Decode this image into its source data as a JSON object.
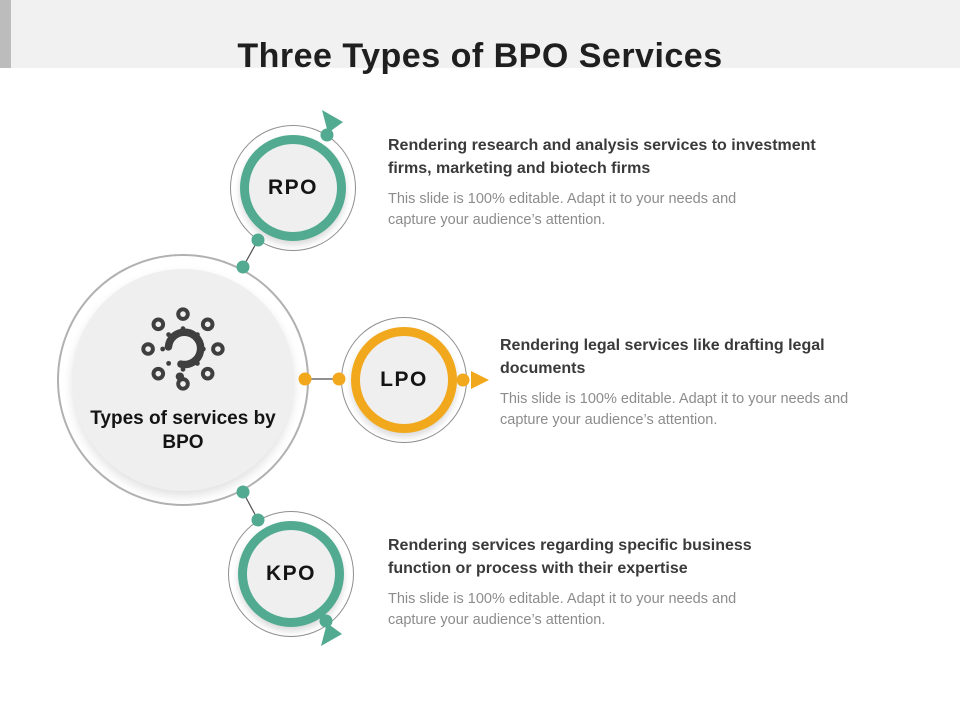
{
  "slide": {
    "title": "Three Types of BPO Services"
  },
  "center": {
    "label": "Types of services by BPO",
    "icon": "question-hub-icon"
  },
  "items": [
    {
      "id": "rpo",
      "label": "RPO",
      "accent": "teal",
      "heading": "Rendering research and analysis services to investment firms, marketing and biotech firms",
      "body": "This slide is 100% editable. Adapt it to your needs and capture your audience’s attention."
    },
    {
      "id": "lpo",
      "label": "LPO",
      "accent": "orange",
      "heading": "Rendering legal services like drafting legal documents",
      "body": "This slide is 100% editable. Adapt it to your needs and capture your audience’s attention."
    },
    {
      "id": "kpo",
      "label": "KPO",
      "accent": "teal",
      "heading": "Rendering services regarding specific business function or process with their expertise",
      "body": "This slide is 100% editable. Adapt it to your needs and capture your audience’s attention."
    }
  ],
  "icons": {
    "center": "question-hub-icon",
    "rpo_flow": "arrow-up-icon",
    "lpo_flow": "arrow-right-icon",
    "kpo_flow": "arrow-down-icon"
  },
  "colors": {
    "teal": "#52ab91",
    "orange": "#f2a81d",
    "header_band": "#f1f1f2",
    "accent_strip": "#bcbcbc",
    "heading_text": "#3a3a3a",
    "body_text": "#8c8c8c"
  }
}
